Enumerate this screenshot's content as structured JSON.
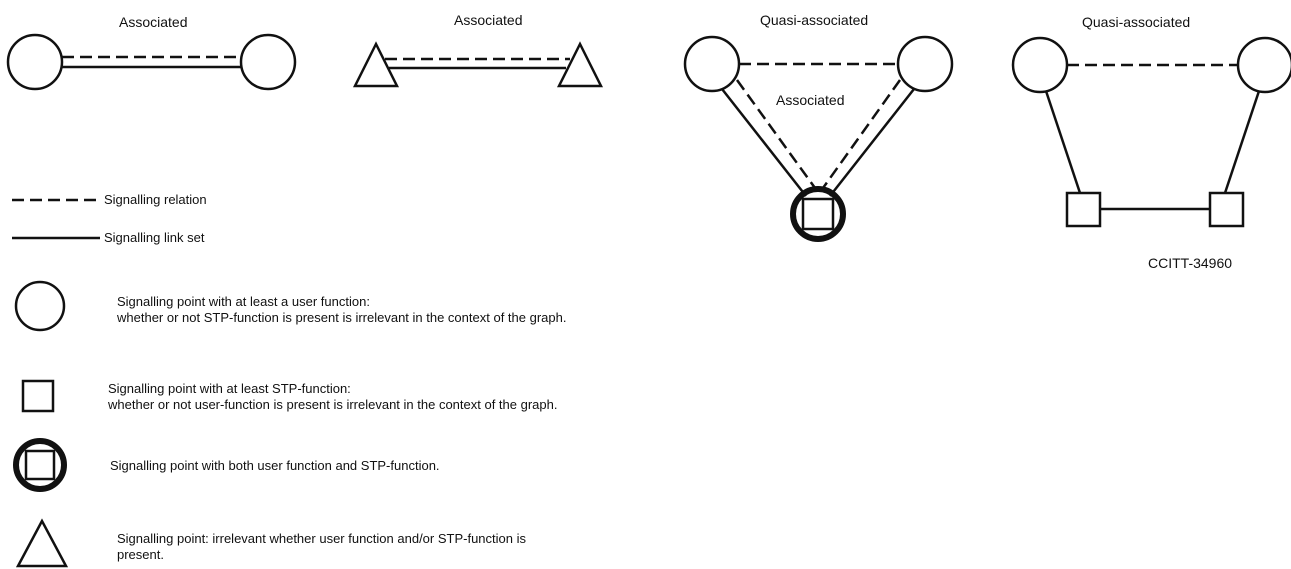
{
  "diagrams": [
    {
      "label": "Associated"
    },
    {
      "label": "Associated"
    },
    {
      "label": "Quasi-associated",
      "inner_label": "Associated"
    },
    {
      "label": "Quasi-associated"
    }
  ],
  "figure_ref": "CCITT-34960",
  "legend": {
    "signalling_relation": "Signalling relation",
    "signalling_link_set": "Signalling link set",
    "circle_line1": "Signalling point with at least a user function:",
    "circle_line2": "whether or not STP-function is present is irrelevant in the context of the graph.",
    "square_line1": "Signalling point with at least STP-function:",
    "square_line2": "whether or not user-function is present is irrelevant in the context of the graph.",
    "both_line1": "Signalling point with both user function and STP-function.",
    "triangle_line1": "Signalling point: irrelevant whether user function and/or STP-function is",
    "triangle_line2": "present."
  }
}
